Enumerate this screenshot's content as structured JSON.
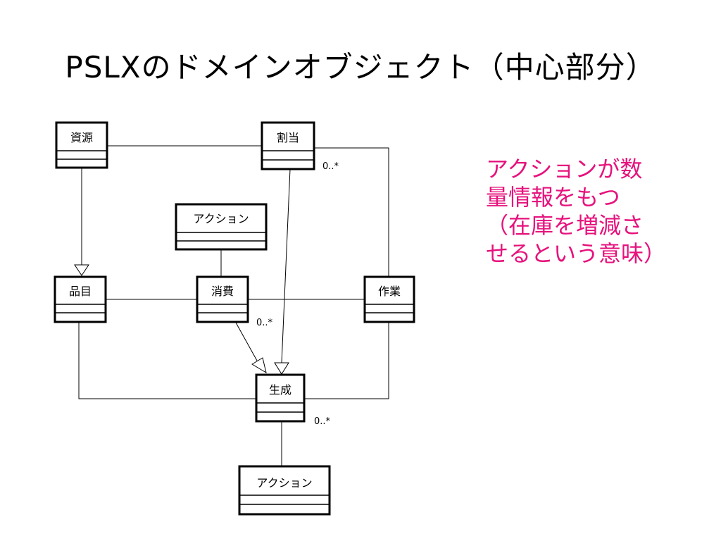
{
  "title": "PSLXのドメインオブジェクト（中心部分）",
  "classes": {
    "shigen": "資源",
    "wariate": "割当",
    "action_top": "アクション",
    "hinmoku": "品目",
    "shohi": "消費",
    "sagyo": "作業",
    "seisei": "生成",
    "action_bottom": "アクション"
  },
  "multiplicities": {
    "wariate": "0..*",
    "shohi": "0..*",
    "seisei": "0..*"
  },
  "note": {
    "lines": [
      "アクションが数",
      "量情報をもつ",
      "（在庫を増減さ",
      "せるという意味）"
    ]
  },
  "colors": {
    "note": "#e6127c",
    "line": "#000000"
  }
}
